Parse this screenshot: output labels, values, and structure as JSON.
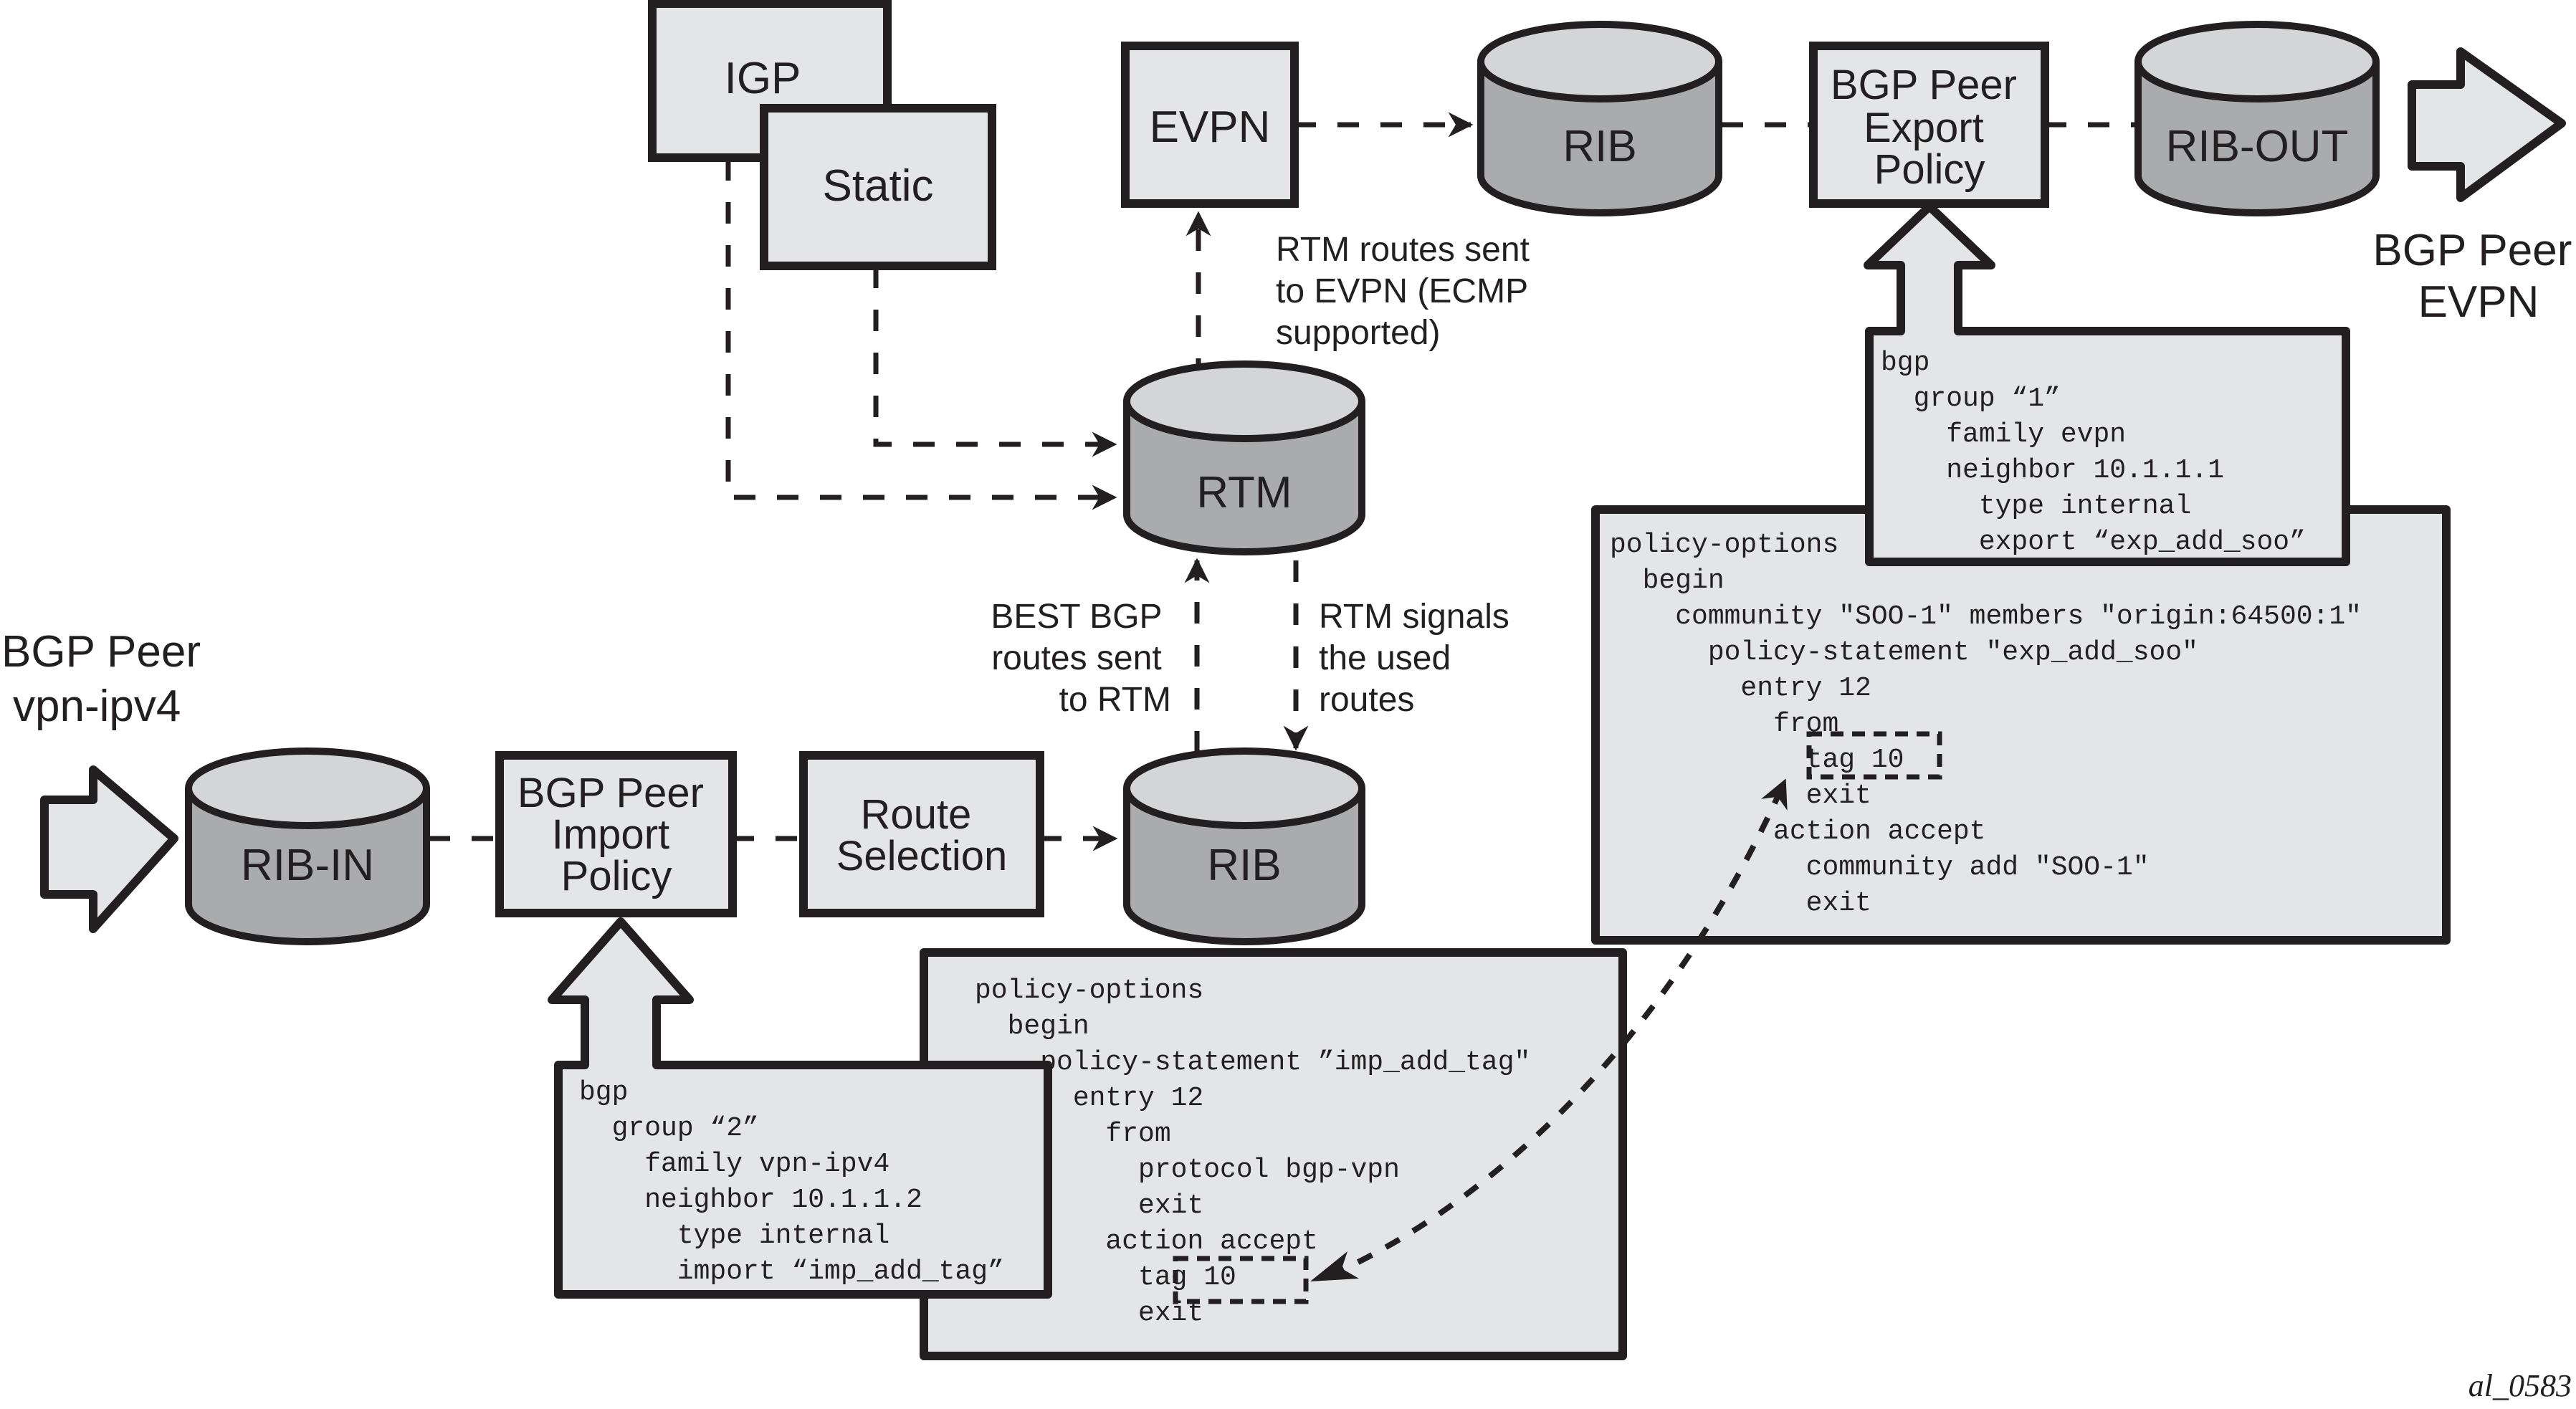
{
  "diagram": {
    "title": "BGP VPN-IPv4 to EVPN route flow with import/export policies",
    "figure_id": "al_0583",
    "nodes": {
      "igp": "IGP",
      "static": "Static",
      "evpn": "EVPN",
      "rib_top": "RIB",
      "export_policy": [
        "BGP Peer",
        "Export",
        "Policy"
      ],
      "rib_out": "RIB-OUT",
      "rtm": "RTM",
      "rib_in": "RIB-IN",
      "import_policy": [
        "BGP Peer",
        "Import",
        "Policy"
      ],
      "route_selection": [
        "Route",
        "Selection"
      ],
      "rib_bottom": "RIB"
    },
    "peers": {
      "left": [
        "BGP Peer",
        "vpn-ipv4"
      ],
      "right": [
        "BGP Peer",
        "EVPN"
      ]
    },
    "annotations": {
      "rtm_to_evpn": [
        "RTM routes sent",
        "to EVPN (ECMP",
        "supported)"
      ],
      "best_bgp": [
        "BEST BGP",
        "routes sent",
        "to RTM"
      ],
      "rtm_signals": [
        "RTM signals",
        "the used",
        "routes"
      ]
    },
    "export_bgp_config": [
      "bgp",
      "  group “1”",
      "    family evpn",
      "    neighbor 10.1.1.1",
      "      type internal",
      "      export “exp_add_soo”"
    ],
    "export_policy_config": [
      "policy-options",
      "  begin",
      "    community \"SOO-1\" members \"origin:64500:1\"",
      "      policy-statement \"exp_add_soo\"",
      "        entry 12",
      "          from",
      "            tag 10",
      "            exit",
      "          action accept",
      "            community add \"SOO-1\"",
      "            exit"
    ],
    "import_bgp_config": [
      "bgp",
      "  group “2”",
      "    family vpn-ipv4",
      "    neighbor 10.1.1.2",
      "      type internal",
      "      import “imp_add_tag”"
    ],
    "import_policy_config": [
      "policy-options",
      "  begin",
      "    policy-statement ”imp_add_tag\"",
      "      entry 12",
      "        from",
      "          protocol bgp-vpn",
      "          exit",
      "        action accept",
      "          tag 10",
      "          exit"
    ]
  }
}
